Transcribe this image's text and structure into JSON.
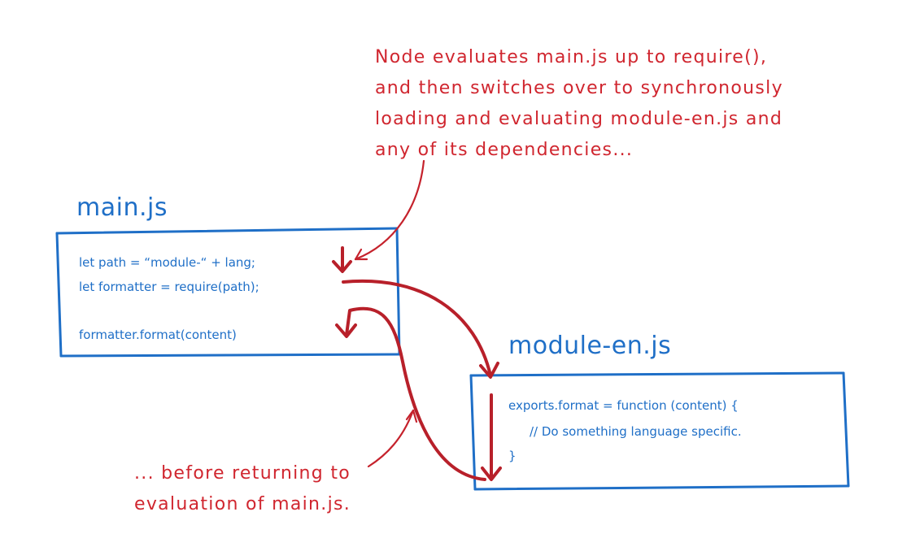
{
  "main_file": {
    "title": "main.js",
    "code": [
      "let path = “module-“ + lang;",
      "let formatter = require(path);",
      "formatter.format(content)"
    ]
  },
  "module_file": {
    "title": "module-en.js",
    "code": [
      "exports.format = function (content) {",
      "// Do something language specific.",
      "}"
    ]
  },
  "annotations": {
    "top": [
      "Node evaluates main.js up to require(),",
      "and then switches over to synchronously",
      "loading and evaluating module-en.js and",
      "any of its dependencies..."
    ],
    "bottom": [
      "... before returning to",
      "evaluation of main.js."
    ]
  },
  "colors": {
    "code_blue": "#1f6fc7",
    "annotation_red": "#d0262f",
    "arrow_red": "#b8202a"
  }
}
